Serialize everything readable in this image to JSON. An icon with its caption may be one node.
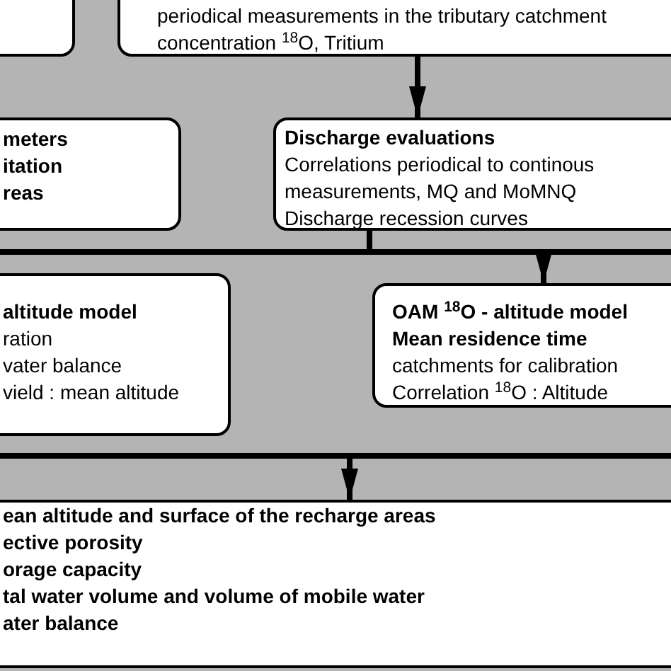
{
  "diagram": {
    "nodes": [
      {
        "text": [],
        "shape": "box"
      },
      {
        "text": [
          "periodical measurements in the tributary catchment",
          "concentration $^{18}$O, Tritium"
        ]
      },
      {
        "text": [
          "meters",
          "itation",
          "reas"
        ]
      },
      {
        "text": [
          "Discharge evaluations",
          "Correlations periodical to continous measurements, MQ and MoMNQ",
          "Discharge recession curves"
        ]
      },
      {
        "text": [
          "altitude model",
          "ration",
          "vater balance",
          "vield : mean altitude"
        ]
      },
      {
        "text": [
          "OAM $^{18}$O - altitude model",
          "Mean residence time",
          "catchments for calibration",
          "Correlation $^{18}$O : Altitude"
        ]
      },
      {
        "text": [
          "ean altitude and surface of the recharge areas",
          "ective porosity",
          "orage capacity",
          "tal water volume and volume of mobile water",
          "ater balance"
        ]
      }
    ],
    "edges": [
      {
        "from": 1,
        "to": 3,
        "arrow": "to"
      },
      {
        "from": 3,
        "to": 5,
        "arrow": "to"
      },
      {
        "from": null,
        "to": 6,
        "arrow": "to"
      }
    ]
  }
}
